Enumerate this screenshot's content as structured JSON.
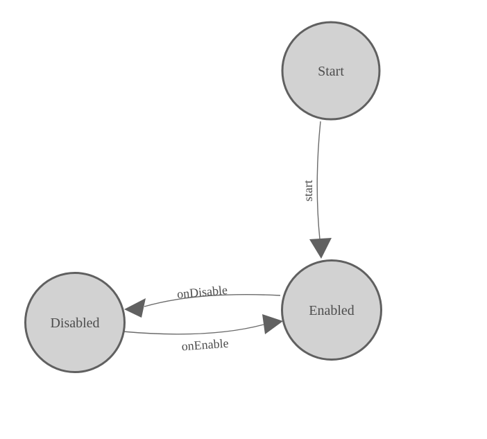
{
  "diagram": {
    "type": "state-diagram",
    "background_color": "#ffffff",
    "colors": {
      "node_fill": "#d2d2d2",
      "node_border": "#606060",
      "edge_line": "#6b6b6b",
      "arrowhead": "#616161",
      "text": "#4d4d4d"
    },
    "nodes": [
      {
        "id": "start",
        "label": "Start"
      },
      {
        "id": "enabled",
        "label": "Enabled"
      },
      {
        "id": "disabled",
        "label": "Disabled"
      }
    ],
    "edges": [
      {
        "from": "Start",
        "to": "Enabled",
        "label": "start"
      },
      {
        "from": "Enabled",
        "to": "Disabled",
        "label": "onDisable"
      },
      {
        "from": "Disabled",
        "to": "Enabled",
        "label": "onEnable"
      }
    ]
  }
}
